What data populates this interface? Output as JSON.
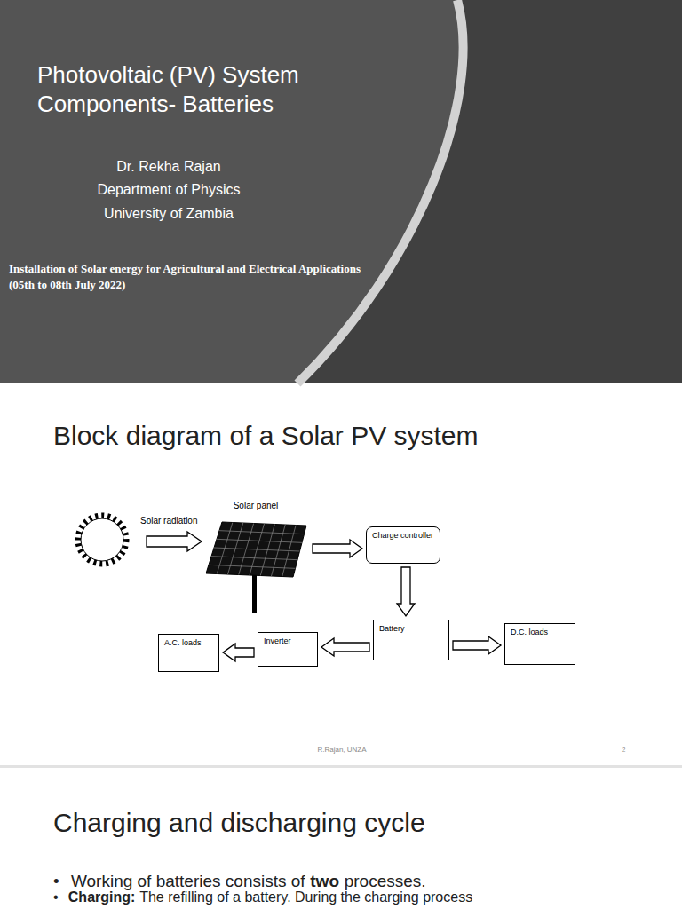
{
  "diagram": {
    "title": "Block diagram of a Solar PV system",
    "nodes": [
      {
        "text": [
          "Solar panel"
        ]
      },
      {
        "text": [
          "Charge controller"
        ]
      },
      {
        "text": [
          "A.C. loads"
        ]
      },
      {
        "text": [
          "Inverter"
        ]
      },
      {
        "text": [
          "Battery"
        ]
      },
      {
        "text": [
          "D.C. loads"
        ]
      }
    ],
    "edges": [
      {
        "from": 0,
        "to": 1,
        "arrow": "to"
      },
      {
        "from": 1,
        "to": 4,
        "arrow": "to"
      },
      {
        "from": 4,
        "to": 3,
        "arrow": "to"
      },
      {
        "from": 3,
        "to": 2,
        "arrow": "to"
      },
      {
        "from": 4,
        "to": 5,
        "arrow": "to"
      }
    ],
    "labels": [
      "Photovoltaic (PV) System Components- Batteries",
      "Dr. Rekha Rajan",
      "Department of Physics",
      "University of Zambia",
      "Installation of Solar energy for Agricultural and Electrical Applications",
      "(05th to 08th July 2022)",
      "Solar radiation",
      "R.Rajan, UNZA",
      "2",
      "Charging and discharging cycle",
      "•",
      "Working of batteries consists of",
      "two",
      "processes.",
      "•",
      "Charging:",
      "The refilling of a battery. During the charging process"
    ]
  }
}
